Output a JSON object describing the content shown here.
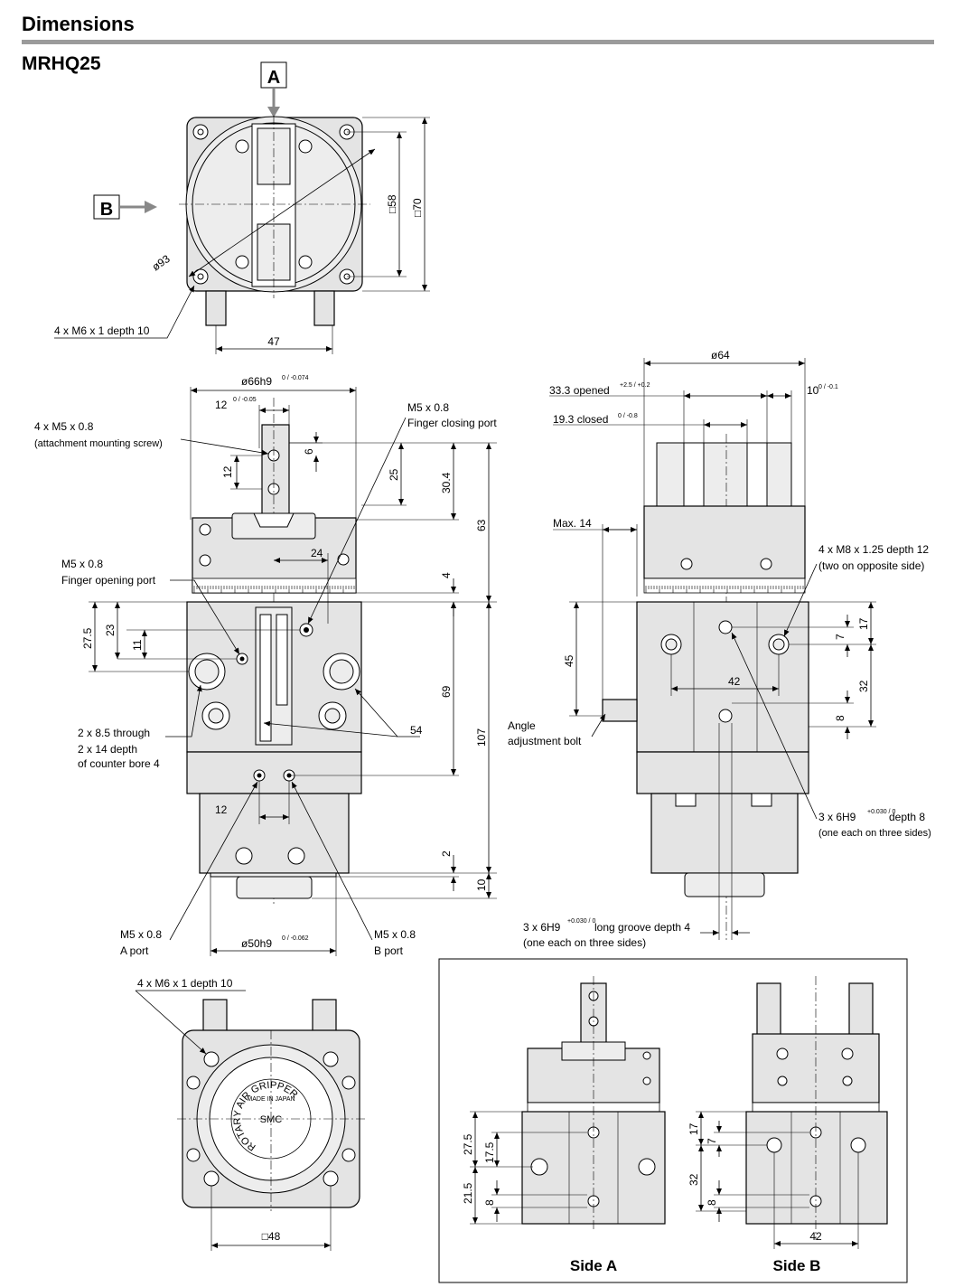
{
  "header": {
    "title": "Dimensions",
    "model": "MRHQ25"
  },
  "view_labels": {
    "a": "A",
    "b": "B",
    "side_a": "Side A",
    "side_b": "Side B"
  },
  "top_view": {
    "dia_93": "ø93",
    "sq_58": "□58",
    "sq_70": "□70",
    "mount_note": "4 x M6 x 1 depth 10",
    "dim_47": "47"
  },
  "front_view": {
    "dia_66": "ø66h9",
    "dia_66_tol": "0 / -0.074",
    "dim_12_top": "12",
    "dim_12_top_tol": "0 / -0.05",
    "screw_note": "4 x M5 x 0.8",
    "screw_note_sub": "(attachment mounting screw)",
    "close_port": "M5 x 0.8",
    "close_port_sub": "Finger closing port",
    "open_port": "M5 x 0.8",
    "open_port_sub": "Finger opening port",
    "d6": "6",
    "d12": "12",
    "d25": "25",
    "d30_4": "30.4",
    "d63": "63",
    "d24": "24",
    "d4": "4",
    "d27_5": "27.5",
    "d23": "23",
    "d11": "11",
    "d69": "69",
    "d107": "107",
    "d54": "54",
    "d12_low": "12",
    "d2": "2",
    "d10": "10",
    "through_note1": "2 x 8.5 through",
    "through_note2": "2 x 14 depth",
    "through_note3": "of counter bore 4",
    "a_port": "M5 x 0.8",
    "a_port_sub": "A port",
    "b_port": "M5 x 0.8",
    "b_port_sub": "B port",
    "dia_50": "ø50h9",
    "dia_50_tol": "0 / -0.062"
  },
  "side_view": {
    "dia_64": "ø64",
    "opened": "33.3 opened",
    "opened_tol": "+2.5 / +0.2",
    "closed": "19.3 closed",
    "closed_tol": "0 / -0.8",
    "dim_10": "10",
    "dim_10_tol": "0 / -0.1",
    "max14": "Max. 14",
    "m8_note": "4 x M8 x 1.25 depth 12",
    "m8_note_sub": "(two on opposite side)",
    "d45": "45",
    "d42": "42",
    "d17": "17",
    "d7": "7",
    "d32": "32",
    "d8": "8",
    "angle_bolt_1": "Angle",
    "angle_bolt_2": "adjustment bolt",
    "pin_note": "3 x 6H9",
    "pin_note_tol": "+0.030 / 0",
    "pin_note_rest": "depth 8",
    "pin_note_sub": "(one each on three sides)",
    "groove_note": "3 x 6H9",
    "groove_note_tol": "+0.030 / 0",
    "groove_note_rest": "long groove depth 4",
    "groove_note_sub": "(one each on three sides)"
  },
  "bottom_view": {
    "mount_note": "4 x M6 x 1 depth 10",
    "sq_48": "□48",
    "stamp_text": "ROTARY AIR GRIPPER",
    "stamp_maker": "SMC",
    "stamp_origin": "MADE IN JAPAN"
  },
  "side_panels": {
    "a_27_5": "27.5",
    "a_17_5": "17.5",
    "a_21_5": "21.5",
    "a_8": "8",
    "b_17": "17",
    "b_7": "7",
    "b_32": "32",
    "b_8": "8",
    "b_42": "42"
  }
}
